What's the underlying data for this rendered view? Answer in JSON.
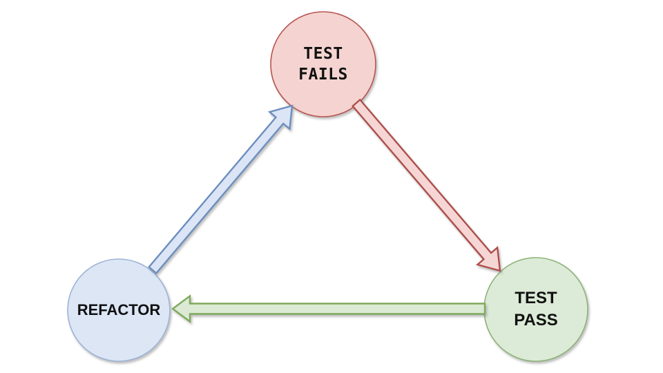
{
  "diagram": {
    "background_color": "#ffffff",
    "text_color": "#111111",
    "nodes": [
      {
        "id": "test-fails",
        "label": "TEST FAILS",
        "line1": "TEST",
        "line2": "FAILS",
        "fill": "#f4d3d0",
        "stroke": "#b85450"
      },
      {
        "id": "refactor",
        "label": "REFACTOR",
        "line1": "REFACTOR",
        "line2": "",
        "fill": "#dce6f5",
        "stroke": "#9db3d6"
      },
      {
        "id": "test-pass",
        "label": "TEST PASS",
        "line1": "TEST",
        "line2": "PASS",
        "fill": "#dcebd7",
        "stroke": "#8db278"
      }
    ],
    "edges": [
      {
        "id": "refactor-to-test-fails",
        "from": "refactor",
        "to": "test-fails",
        "fill": "#dbe5f6",
        "stroke": "#6c8ebf"
      },
      {
        "id": "test-fails-to-test-pass",
        "from": "test-fails",
        "to": "test-pass",
        "fill": "#f6d6d4",
        "stroke": "#ad4f4c"
      },
      {
        "id": "test-pass-to-refactor",
        "from": "test-pass",
        "to": "refactor",
        "fill": "#dcead5",
        "stroke": "#7fa95d"
      }
    ]
  }
}
